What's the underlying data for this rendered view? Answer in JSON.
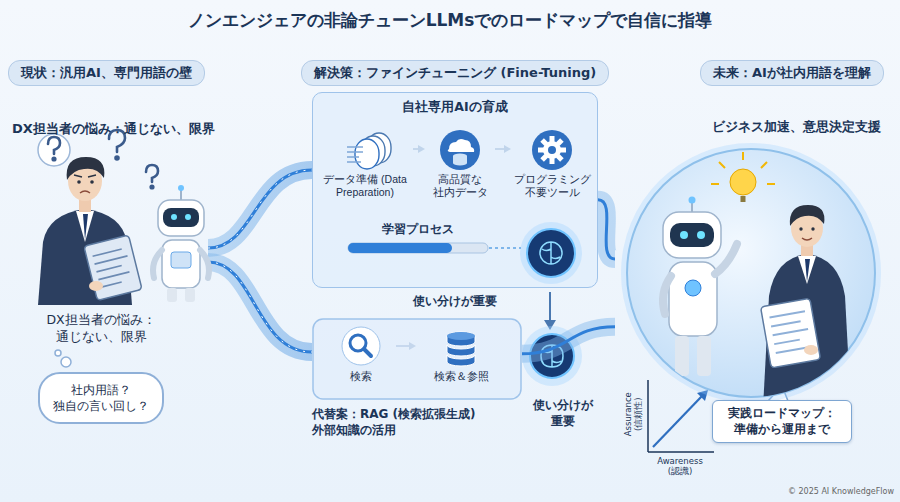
{
  "diagram": {
    "title": "ノンエンジェアの非論チューンLLMsでのロードマップで自信に指導",
    "nodes": [
      {
        "text": [
          "現状：汎用AI、専門用語の壁"
        ]
      },
      {
        "text": [
          "解決策：ファインチューニング (Fine-Tuning)"
        ]
      },
      {
        "text": [
          "未来：AIが社内用語を理解"
        ]
      },
      {
        "text": [
          "社内用語？ 独自の言い回し？"
        ]
      },
      {
        "text": [
          "自社専用AIの育成"
        ]
      },
      {
        "text": [
          "データ準備 (Data Preparation)"
        ],
        "in": 4
      },
      {
        "text": [
          "高品質な 社内データ"
        ],
        "in": 4
      },
      {
        "text": [
          "プログラミング 不要ツール"
        ],
        "in": 4
      },
      {
        "text": [
          "学習プロセス"
        ],
        "in": 4
      },
      {
        "text": [
          "代替案：RAG (検索拡張生成) 外部知識の活用"
        ]
      },
      {
        "text": [
          "検索"
        ],
        "in": 9
      },
      {
        "text": [
          "検索＆参照"
        ],
        "in": 9
      },
      {
        "text": [
          "ビジネス加速、意思決定支援"
        ]
      },
      {
        "text": [
          "実践ロードマップ： 準備から運用まで"
        ]
      }
    ],
    "edges": [
      {
        "from": 5,
        "to": 6,
        "arrow": "to"
      },
      {
        "from": 6,
        "to": 7,
        "arrow": "to"
      },
      {
        "from": 10,
        "to": 11,
        "arrow": "to"
      },
      {
        "from": 4,
        "to": 12,
        "arrow": "none"
      },
      {
        "from": 9,
        "to": 12,
        "arrow": "none"
      }
    ],
    "labels": [
      "DX担当者の悩み：通じない、限界",
      "DX担当者の悩み： 通じない、限界",
      "使い分けが重要",
      "使い分けが 重要",
      "Assurance (信頼性)",
      "Awareness (認識)",
      "© 2025 AI KnowledgeFlow"
    ]
  }
}
